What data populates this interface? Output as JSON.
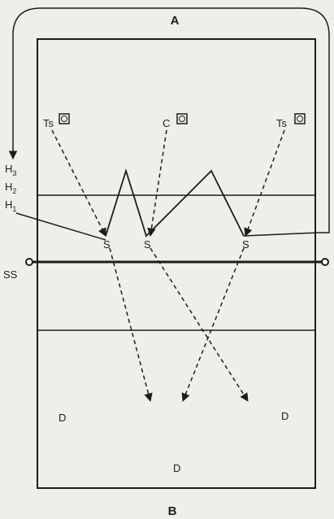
{
  "labels": {
    "top": "A",
    "bottom": "B",
    "ss": "SS",
    "h3": "H",
    "h3_sub": "3",
    "h2": "H",
    "h2_sub": "2",
    "h1": "H",
    "h1_sub": "1"
  },
  "players": {
    "ts_left": "Ts",
    "c": "C",
    "ts_right": "Ts",
    "s1": "S",
    "s2": "S",
    "s3": "S",
    "d_left": "D",
    "d_right": "D",
    "d_bottom": "D"
  },
  "colors": {
    "ink": "#1d1d1d",
    "paper": "#efeee9"
  }
}
